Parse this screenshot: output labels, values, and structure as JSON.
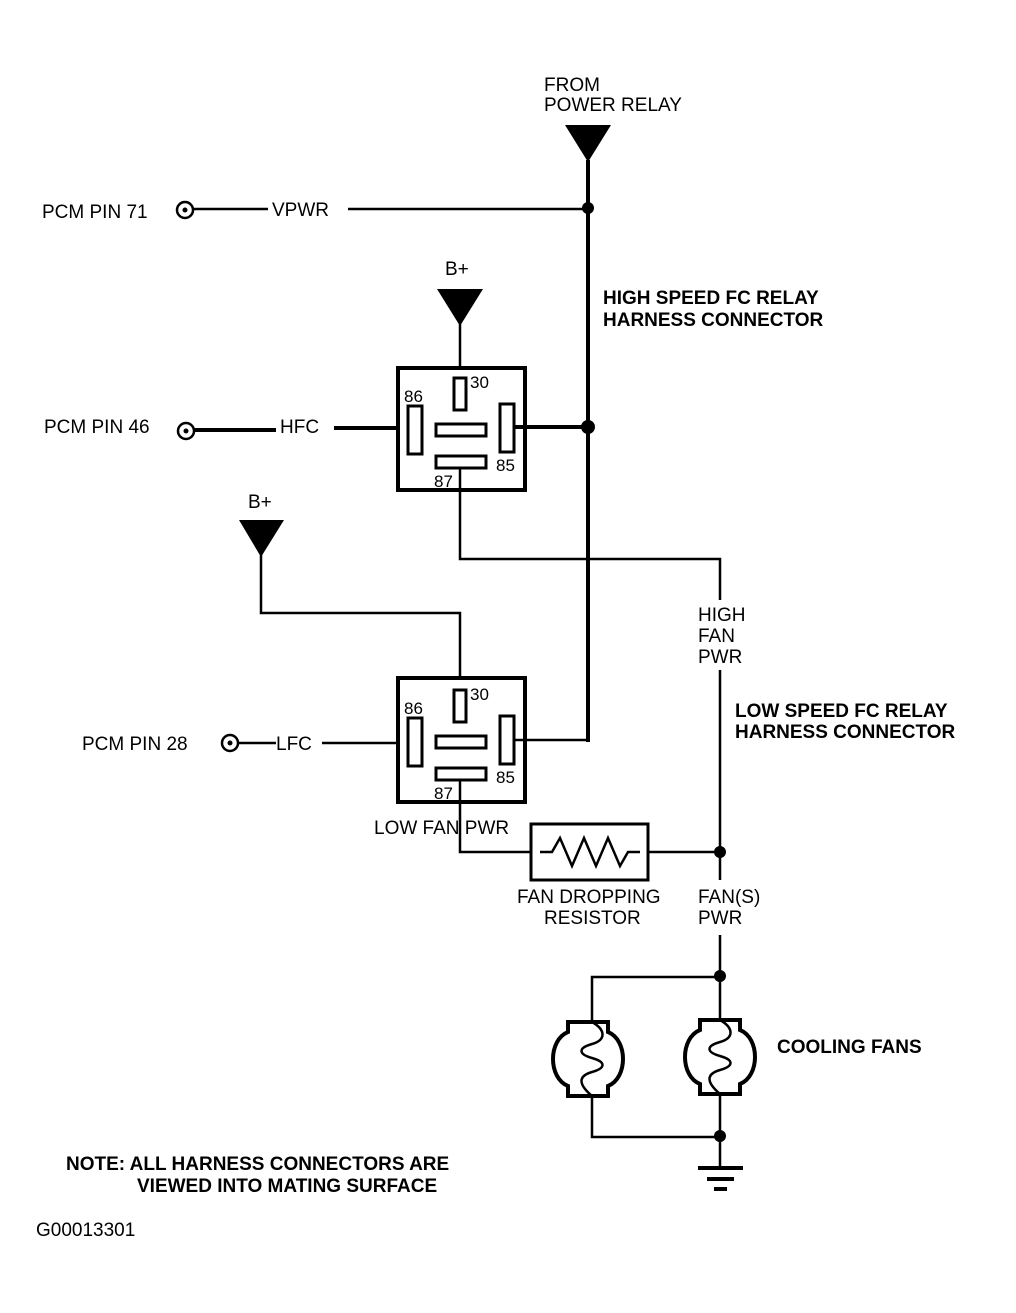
{
  "labels": {
    "from_power_relay_1": "FROM",
    "from_power_relay_2": "POWER RELAY",
    "pcm71": "PCM PIN 71",
    "vpwr": "VPWR",
    "pcm46": "PCM PIN 46",
    "hfc": "HFC",
    "pcm28": "PCM PIN 28",
    "lfc": "LFC",
    "bplus": "B+",
    "hs_relay_1": "HIGH SPEED FC RELAY",
    "hs_relay_2": "HARNESS CONNECTOR",
    "ls_relay_1": "LOW SPEED FC RELAY",
    "ls_relay_2": "HARNESS CONNECTOR",
    "high_fan_1": "HIGH",
    "high_fan_2": "FAN",
    "high_fan_3": "PWR",
    "low_fan_pwr": "LOW FAN PWR",
    "resistor_1": "FAN DROPPING",
    "resistor_2": "RESISTOR",
    "fans_pwr_1": "FAN(S)",
    "fans_pwr_2": "PWR",
    "cooling_fans": "COOLING FANS",
    "note_1": "NOTE: ALL HARNESS CONNECTORS ARE",
    "note_2": "VIEWED INTO MATING SURFACE",
    "figure_id": "G00013301"
  },
  "relay_pins": {
    "p30": "30",
    "p86": "86",
    "p85": "85",
    "p87": "87"
  },
  "icons": [
    "power-triangle-icon",
    "terminal-circle-icon",
    "relay-icon",
    "resistor-icon",
    "fan-motor-icon",
    "ground-icon"
  ]
}
